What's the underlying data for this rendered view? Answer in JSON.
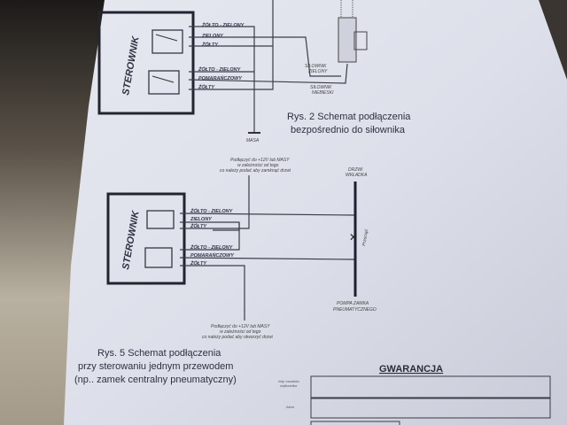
{
  "figure2": {
    "controller_label": "STEROWNIK",
    "wires": [
      "ŻÓŁTO - ZIELONY",
      "ZIELONY",
      "ŻÓŁTY",
      "ŻÓŁTO - ZIELONY",
      "POMARAŃCZOWY",
      "ŻÓŁTY"
    ],
    "actuator_green": [
      "SIŁOWNIK",
      "ZIELONY"
    ],
    "actuator_blue": [
      "SIŁOWNIK",
      "NIEBIESKI"
    ],
    "ground": "MASA",
    "caption": [
      "Rys. 2 Schemat podłączenia",
      "bezpośrednio do siłownika"
    ]
  },
  "figure5": {
    "controller_label": "STEROWNIK",
    "wires": [
      "ŻÓŁTO - ZIELONY",
      "ZIELONY",
      "ŻÓŁTY",
      "ŻÓŁTO - ZIELONY",
      "POMARAŃCZOWY",
      "ŻÓŁTY"
    ],
    "note_top": [
      "Podłączyć do +12V lub MASY",
      "w zależności od tego",
      "co należy podać aby zamknąć drzwi"
    ],
    "note_bottom": [
      "Podłączyć do +12V lub MASY",
      "w zależności od tego",
      "co należy podać aby otworzyć drzwi"
    ],
    "door_label": [
      "DRZWI",
      "WKŁADKA"
    ],
    "cut_label": "Przeciąć",
    "pump_label": [
      "POMPA ZAMKA",
      "PNEUMATYCZNEGO"
    ],
    "caption": [
      "Rys. 5 Schemat podłączenia",
      "przy sterowaniu jednym przewodem",
      "(np.. zamek centralny pneumatyczny)"
    ]
  },
  "warranty": {
    "title": "GWARANCJA",
    "field1_label": [
      "Imię i nazwisko",
      "użytkownika"
    ],
    "field2_label": "Adres"
  }
}
